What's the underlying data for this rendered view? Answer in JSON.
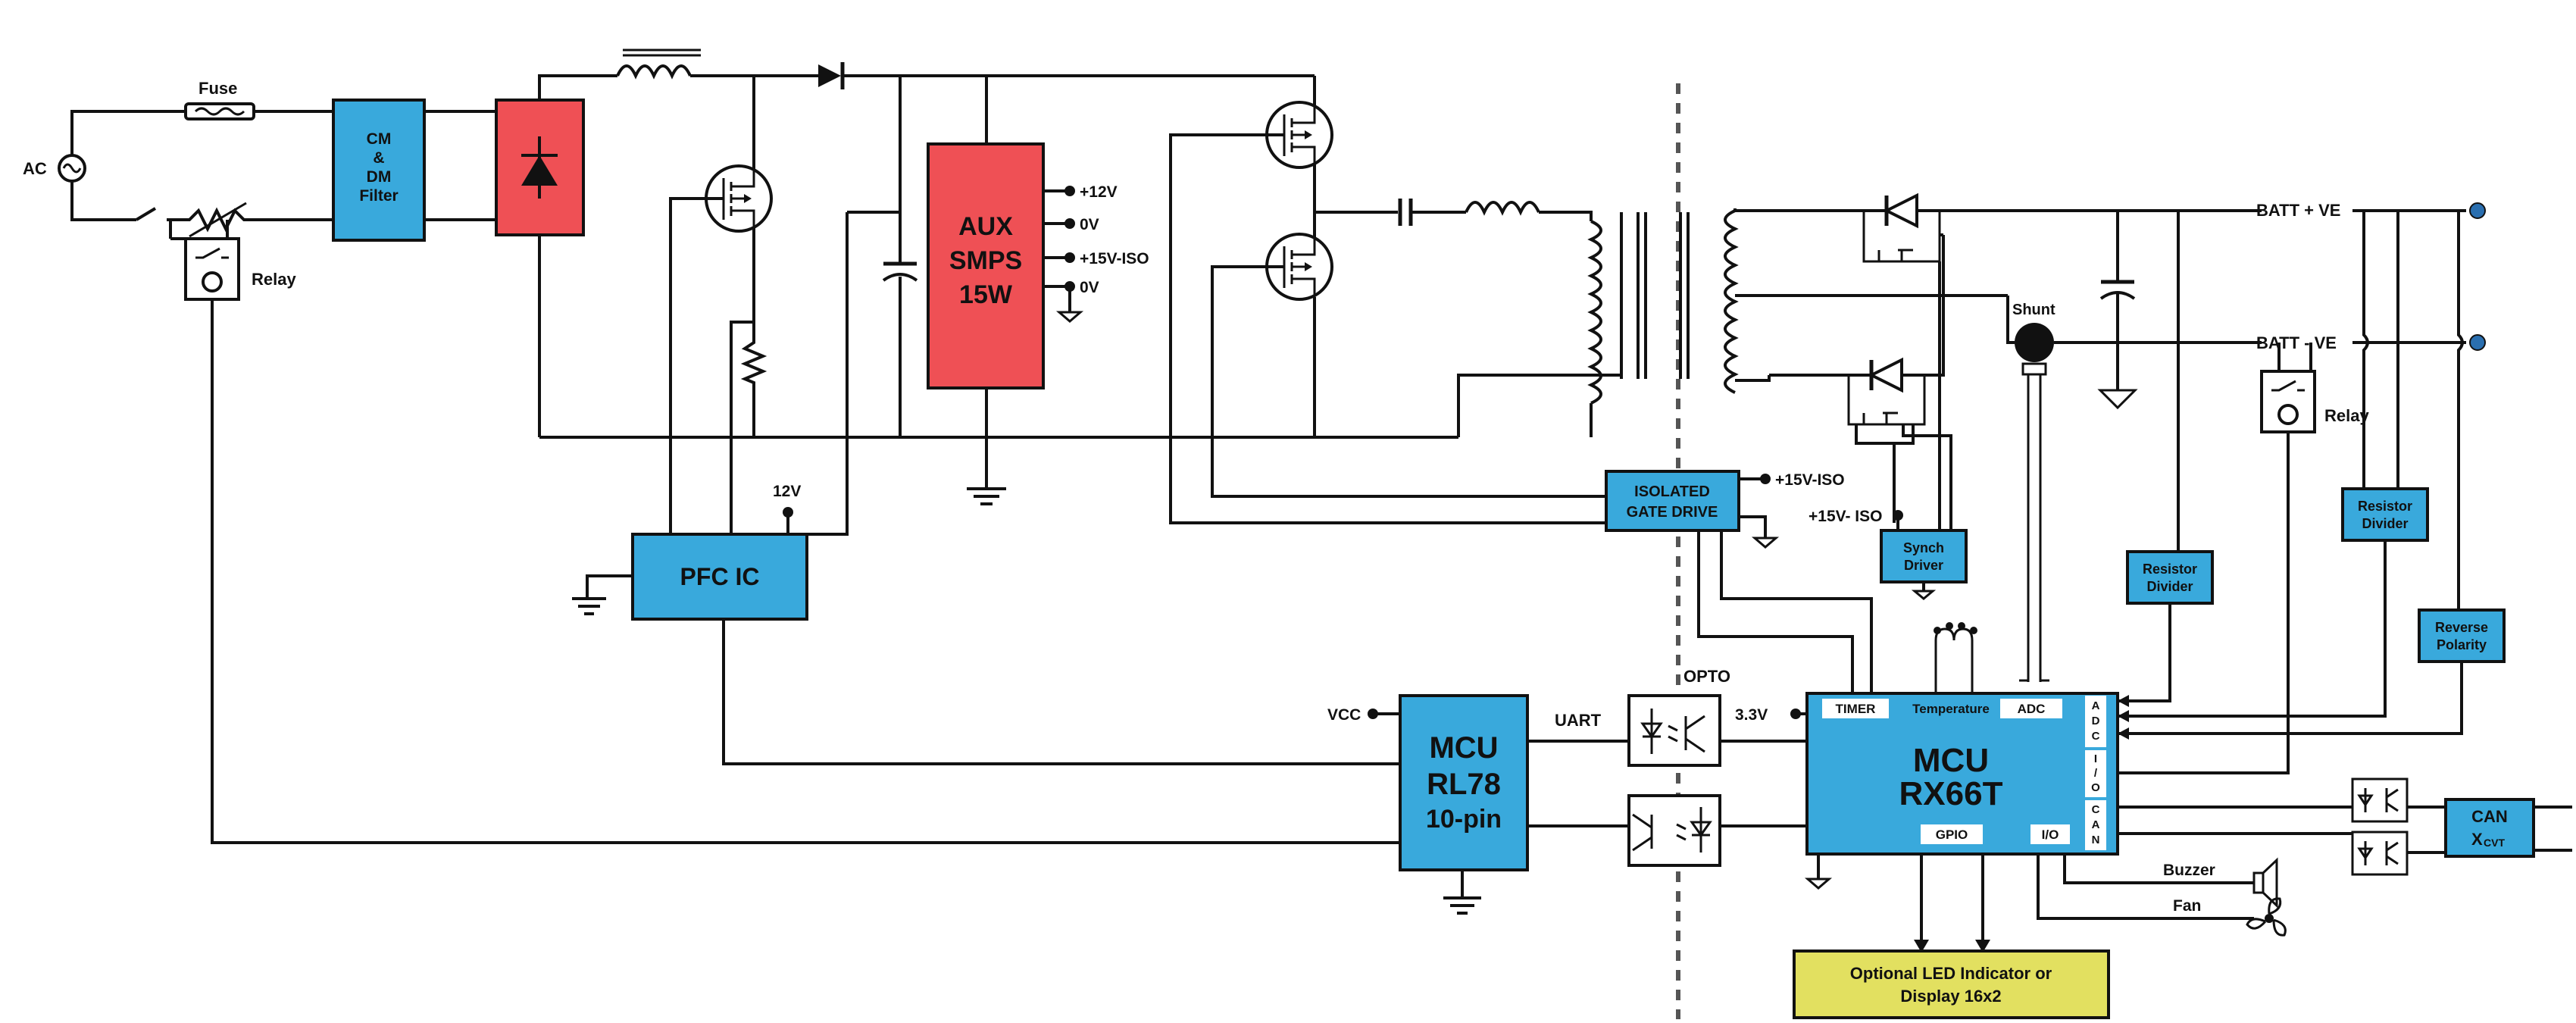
{
  "labels": {
    "ac": "AC",
    "fuse": "Fuse",
    "relay_left": "Relay",
    "relay_right": "Relay",
    "v12_pfc": "12V",
    "aux_12v": "+12V",
    "aux_0v_a": "0V",
    "aux_15viso": "+15V-ISO",
    "aux_0v_b": "0V",
    "shunt": "Shunt",
    "batt_pos": "BATT + VE",
    "batt_neg": "BATT - VE",
    "gate_15viso": "+15V-ISO",
    "gate_15viso_b": "+15V- ISO",
    "vcc": "VCC",
    "uart": "UART",
    "opto": "OPTO",
    "v33": "3.3V",
    "buzzer": "Buzzer",
    "fan": "Fan"
  },
  "blocks": {
    "cm_filter": [
      "CM",
      "&",
      "DM",
      "Filter"
    ],
    "aux_smps": [
      "AUX",
      "SMPS",
      "15W"
    ],
    "pfc_ic": "PFC IC",
    "gate_drive": [
      "ISOLATED",
      "GATE DRIVE"
    ],
    "synch_driver": [
      "Synch",
      "Driver"
    ],
    "resistor_divider_a": [
      "Resistor",
      "Divider"
    ],
    "resistor_divider_b": [
      "Resistor",
      "Divider"
    ],
    "reverse_polarity": [
      "Reverse",
      "Polarity"
    ],
    "mcu_rl78": [
      "MCU",
      "RL78",
      "10-pin"
    ],
    "mcu_rx66t": [
      "MCU",
      "RX66T"
    ],
    "rx_timer": "TIMER",
    "rx_temperature": "Temperature",
    "rx_adc": "ADC",
    "rx_gpio": "GPIO",
    "rx_io_bottom": "I/O",
    "rx_adc_side": [
      "A",
      "D",
      "C"
    ],
    "rx_io_side": [
      "I",
      "/",
      "O"
    ],
    "rx_can_side": [
      "C",
      "A",
      "N"
    ],
    "can_xcvr": "CAN",
    "can_xcvr_sub_main": "X",
    "can_xcvr_sub_small": "CVT",
    "led_display": [
      "Optional LED Indicator or",
      "Display 16x2"
    ]
  },
  "colors": {
    "blue": "#39a9dc",
    "red": "#ef5055",
    "yellow": "#e2e060",
    "line": "#111111"
  }
}
